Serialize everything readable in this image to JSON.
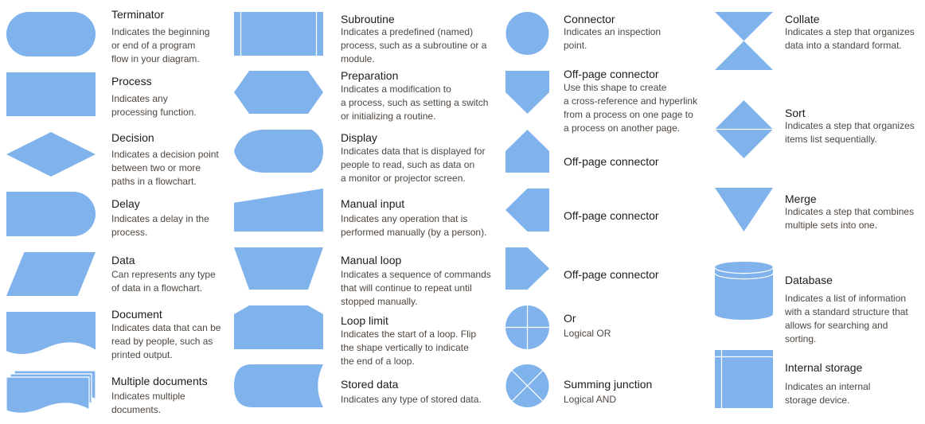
{
  "colors": {
    "shape_fill": "#80b3ec",
    "shape_line": "#ffffff",
    "title": "#1d1d1d",
    "description": "#4e4640"
  },
  "columns": [
    [
      {
        "shape": "terminator",
        "title": "Terminator",
        "description": "Indicates the beginning\nor end of a program\nflow in your diagram."
      },
      {
        "shape": "process",
        "title": "Process",
        "description": "Indicates any\nprocessing function."
      },
      {
        "shape": "decision",
        "title": "Decision",
        "description": "Indicates a decision point\nbetween two or more\npaths in a flowchart."
      },
      {
        "shape": "delay",
        "title": "Delay",
        "description": "Indicates a delay in the\nprocess."
      },
      {
        "shape": "data",
        "title": "Data",
        "description": "Can represents any type\nof data in a flowchart."
      },
      {
        "shape": "document",
        "title": "Document",
        "description": "Indicates data that can be\nread by people, such as\nprinted output."
      },
      {
        "shape": "multiple-documents",
        "title": "Multiple documents",
        "description": "Indicates multiple\ndocuments."
      }
    ],
    [
      {
        "shape": "subroutine",
        "title": "Subroutine",
        "description": "Indicates a predefined (named)\nprocess, such as a subroutine or a\nmodule."
      },
      {
        "shape": "preparation",
        "title": "Preparation",
        "description": "Indicates a modification to\na process, such as setting a switch\nor initializing a routine."
      },
      {
        "shape": "display",
        "title": "Display",
        "description": "Indicates data that is displayed for\npeople to read, such as data on\na monitor or projector screen."
      },
      {
        "shape": "manual-input",
        "title": "Manual input",
        "description": "Indicates any operation that is\nperformed manually (by a person)."
      },
      {
        "shape": "manual-loop",
        "title": "Manual loop",
        "description": "Indicates a sequence of commands\nthat will continue to repeat until\nstopped manually."
      },
      {
        "shape": "loop-limit",
        "title": "Loop limit",
        "description": "Indicates the start of a loop. Flip\nthe shape vertically to indicate\nthe end of a loop."
      },
      {
        "shape": "stored-data",
        "title": "Stored data",
        "description": "Indicates any type of stored data."
      }
    ],
    [
      {
        "shape": "connector",
        "title": "Connector",
        "description": "Indicates an inspection\npoint."
      },
      {
        "shape": "off-page-down",
        "title": "Off-page connector",
        "description": "Use this shape to create\na cross-reference and hyperlink\nfrom a process on one page to\na process on another page."
      },
      {
        "shape": "off-page-up",
        "title": "Off-page connector",
        "description": ""
      },
      {
        "shape": "off-page-left",
        "title": "Off-page connector",
        "description": ""
      },
      {
        "shape": "off-page-right",
        "title": "Off-page connector",
        "description": ""
      },
      {
        "shape": "or",
        "title": "Or",
        "description": "Logical OR"
      },
      {
        "shape": "summing-junction",
        "title": "Summing junction",
        "description": "Logical AND"
      }
    ],
    [
      {
        "shape": "collate",
        "title": "Collate",
        "description": "Indicates a step that organizes\ndata into a standard format."
      },
      {
        "shape": "sort",
        "title": "Sort",
        "description": "Indicates a step that organizes\nitems list sequentially."
      },
      {
        "shape": "merge",
        "title": "Merge",
        "description": "Indicates a step that combines\nmultiple sets into one."
      },
      {
        "shape": "database",
        "title": "Database",
        "description": "Indicates a list of information\nwith a standard structure that\nallows for searching and\nsorting."
      },
      {
        "shape": "internal-storage",
        "title": "Internal storage",
        "description": "Indicates an internal\nstorage device."
      }
    ]
  ]
}
